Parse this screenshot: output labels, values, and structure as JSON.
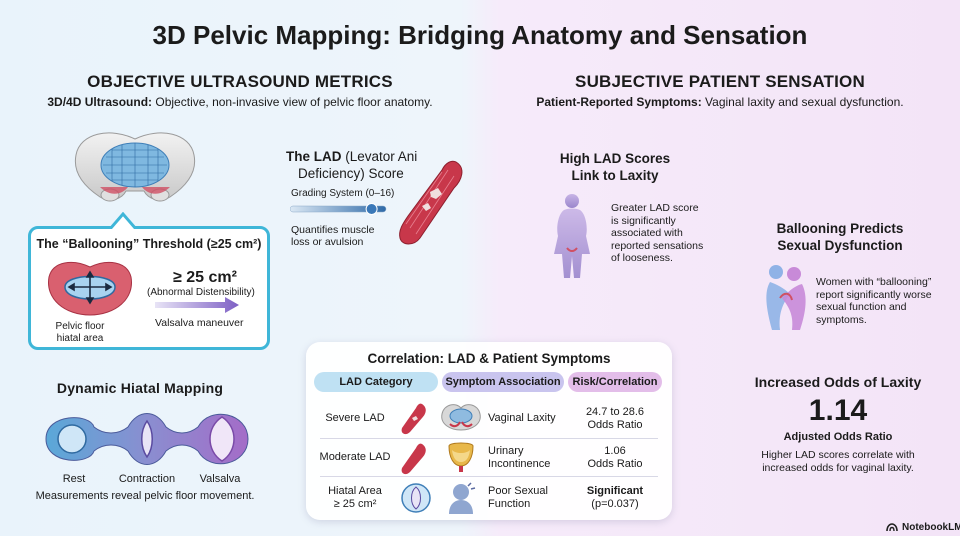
{
  "title": "3D Pelvic Mapping: Bridging Anatomy and Sensation",
  "left": {
    "heading": "OBJECTIVE ULTRASOUND METRICS",
    "sub_bold": "3D/4D Ultrasound:",
    "sub_text": " Objective, non-invasive view of pelvic floor anatomy.",
    "lad": {
      "title_bold": "The LAD",
      "title_rest": " (Levator Ani",
      "title_line2": "Deficiency) Score",
      "grading": "Grading System (0–16)",
      "desc_line1": "Quantifies muscle",
      "desc_line2": "loss or avulsion",
      "slider_value": 0.9
    },
    "balloon": {
      "title": "The “Ballooning” Threshold (≥25 cm²)",
      "value": "≥ 25 cm²",
      "value_sub": "(Abnormal Distensibility)",
      "maneuver": "Valsalva maneuver",
      "area_line1": "Pelvic floor",
      "area_line2": "hiatal area"
    },
    "dynamic": {
      "title": "Dynamic Hiatal Mapping",
      "labels": [
        "Rest",
        "Contraction",
        "Valsalva"
      ],
      "caption": "Measurements reveal pelvic floor movement."
    }
  },
  "right": {
    "heading": "SUBJECTIVE PATIENT SENSATION",
    "sub_bold": "Patient-Reported Symptoms:",
    "sub_text": " Vaginal laxity and sexual dysfunction.",
    "high_lad": {
      "title_line1": "High LAD Scores",
      "title_line2": "Link to Laxity",
      "lines": [
        "Greater LAD score",
        "is significantly",
        "associated with",
        "reported sensations",
        "of looseness."
      ]
    },
    "ballooning": {
      "title_line1": "Ballooning Predicts",
      "title_line2": "Sexual Dysfunction",
      "lines": [
        "Women with “ballooning”",
        "report significantly worse",
        "sexual function and",
        "symptoms."
      ]
    },
    "odds": {
      "title": "Increased Odds of Laxity",
      "value": "1.14",
      "label": "Adjusted Odds Ratio",
      "desc_line1": "Higher LAD scores correlate with",
      "desc_line2": "increased odds for vaginal laxity."
    }
  },
  "correlation": {
    "title": "Correlation: LAD & Patient Symptoms",
    "headers": [
      "LAD Category",
      "Symptom Association",
      "Risk/Correlation"
    ],
    "header_colors": [
      "#bfe1f3",
      "#c9c4ee",
      "#e3bde9"
    ],
    "rows": [
      {
        "cat_line1": "Severe LAD",
        "cat_line2": "",
        "sym_line1": "Vaginal Laxity",
        "sym_line2": "",
        "risk_line1": "24.7 to 28.6",
        "risk_line2": "Odds Ratio"
      },
      {
        "cat_line1": "Moderate LAD",
        "cat_line2": "",
        "sym_line1": "Urinary",
        "sym_line2": "Incontinence",
        "risk_line1": "1.06",
        "risk_line2": "Odds Ratio"
      },
      {
        "cat_line1": "Hiatal Area",
        "cat_line2": "≥ 25 cm²",
        "sym_line1": "Poor Sexual",
        "sym_line2": "Function",
        "risk_line1": "Significant",
        "risk_line2": "(p=0.037)"
      }
    ]
  },
  "brand": "NotebookLM",
  "colors": {
    "accent_cyan": "#3fb6d8",
    "muscle": "#c8374a",
    "purple": "#8a63c9"
  },
  "icons": [
    "pelvis-icon",
    "muscle-icon",
    "hiatus-icon",
    "arrow-icon",
    "ring-icon",
    "woman-icon",
    "couple-icon",
    "bladder-icon",
    "brand-icon"
  ]
}
